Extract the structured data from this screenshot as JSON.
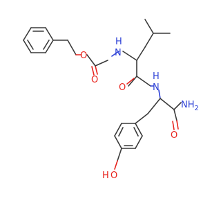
{
  "molecule": {
    "colors": {
      "bond": "#3a3a3a",
      "oxygen": "#e8231d",
      "nitrogen": "#2b3fd6",
      "background": "#ffffff"
    },
    "atom_labels": {
      "carbamate_nh": "H",
      "carbamate_n": "N",
      "ester_o": "O",
      "carbonyl_o1": "O",
      "amide_nh": "H",
      "amide_n": "N",
      "carbonyl_o2": "O",
      "terminal_amine": "NH",
      "terminal_amine_sub": "2",
      "terminal_o": "O",
      "phenol_o": "O",
      "phenol_h": "H"
    }
  }
}
